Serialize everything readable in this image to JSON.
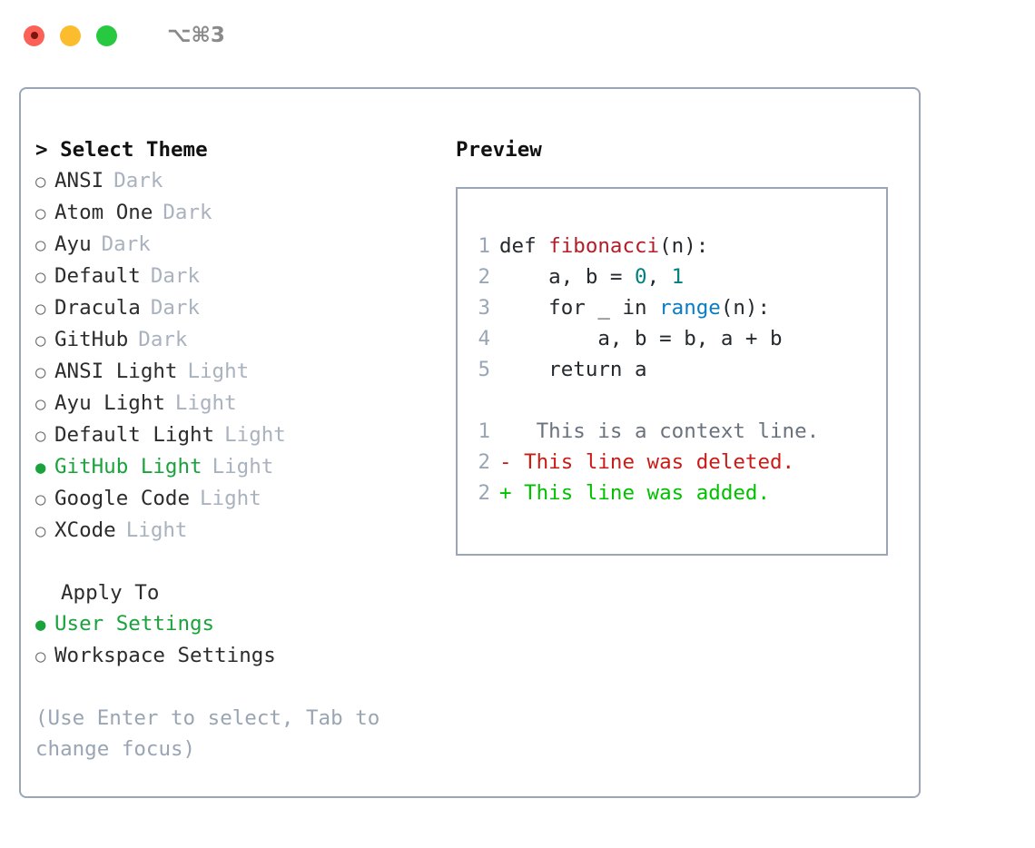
{
  "titlebar": {
    "shortcut": "⌥⌘3",
    "buttons": {
      "close": "close",
      "minimize": "minimize",
      "maximize": "maximize"
    }
  },
  "theme_picker": {
    "header": "> Select Theme",
    "options": [
      {
        "marker": "○",
        "label": "ANSI",
        "tag": "Dark",
        "selected": false
      },
      {
        "marker": "○",
        "label": "Atom One",
        "tag": "Dark",
        "selected": false
      },
      {
        "marker": "○",
        "label": "Ayu",
        "tag": "Dark",
        "selected": false
      },
      {
        "marker": "○",
        "label": "Default",
        "tag": "Dark",
        "selected": false
      },
      {
        "marker": "○",
        "label": "Dracula",
        "tag": "Dark",
        "selected": false
      },
      {
        "marker": "○",
        "label": "GitHub",
        "tag": "Dark",
        "selected": false
      },
      {
        "marker": "○",
        "label": "ANSI Light",
        "tag": "Light",
        "selected": false
      },
      {
        "marker": "○",
        "label": "Ayu Light",
        "tag": "Light",
        "selected": false
      },
      {
        "marker": "○",
        "label": "Default Light",
        "tag": "Light",
        "selected": false
      },
      {
        "marker": "●",
        "label": "GitHub Light",
        "tag": "Light",
        "selected": true
      },
      {
        "marker": "○",
        "label": "Google Code",
        "tag": "Light",
        "selected": false
      },
      {
        "marker": "○",
        "label": "XCode",
        "tag": "Light",
        "selected": false
      }
    ]
  },
  "apply_to": {
    "header": "Apply To",
    "options": [
      {
        "marker": "●",
        "label": "User Settings",
        "selected": true
      },
      {
        "marker": "○",
        "label": "Workspace Settings",
        "selected": false
      }
    ]
  },
  "hint": "(Use Enter to select, Tab to change focus)",
  "preview": {
    "title": "Preview",
    "code_lines": [
      {
        "no": "1",
        "tokens": [
          {
            "t": "def ",
            "k": "plain"
          },
          {
            "t": "fibonacci",
            "k": "fn"
          },
          {
            "t": "(n):",
            "k": "plain"
          }
        ]
      },
      {
        "no": "2",
        "tokens": [
          {
            "t": "    a, b = ",
            "k": "plain"
          },
          {
            "t": "0",
            "k": "num"
          },
          {
            "t": ", ",
            "k": "plain"
          },
          {
            "t": "1",
            "k": "num"
          }
        ]
      },
      {
        "no": "3",
        "tokens": [
          {
            "t": "    for _ in ",
            "k": "plain"
          },
          {
            "t": "range",
            "k": "builtin"
          },
          {
            "t": "(n):",
            "k": "plain"
          }
        ]
      },
      {
        "no": "4",
        "tokens": [
          {
            "t": "        a, b = b, a + b",
            "k": "plain"
          }
        ]
      },
      {
        "no": "5",
        "tokens": [
          {
            "t": "    return a",
            "k": "plain"
          }
        ]
      }
    ],
    "diff_lines": [
      {
        "no": "1",
        "sign": " ",
        "text": "  This is a context line.",
        "kind": "context"
      },
      {
        "no": "2",
        "sign": "-",
        "text": " This line was deleted.",
        "kind": "deleted"
      },
      {
        "no": "2",
        "sign": "+",
        "text": " This line was added.",
        "kind": "added"
      }
    ]
  },
  "colors": {
    "accent_green": "#1aa23c",
    "diff_added": "#00c000",
    "diff_deleted": "#cb1b16",
    "muted": "#a9b2be",
    "border": "#9aa6b5",
    "fn_red": "#b31d28",
    "number_teal": "#007f7f",
    "builtin_blue": "#0a7cc4"
  }
}
